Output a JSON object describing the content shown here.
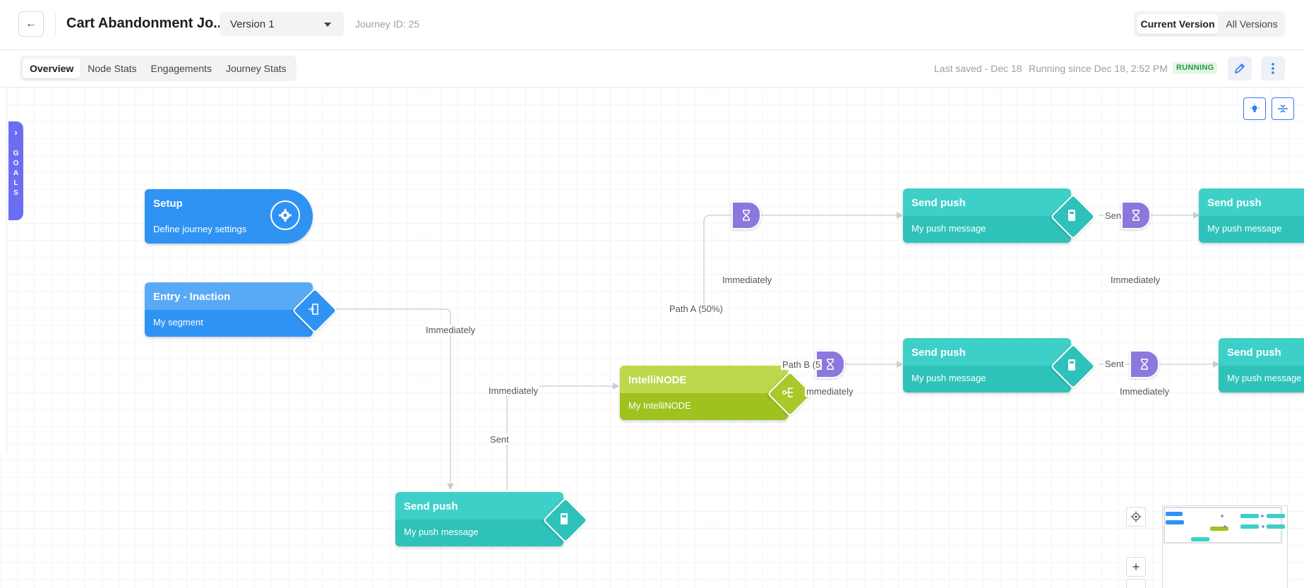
{
  "header": {
    "back_label": "←",
    "title": "Cart Abandonment Jo...",
    "version": "Version 1",
    "journey_id": "Journey ID: 25",
    "current_version": "Current Version",
    "all_versions": "All Versions"
  },
  "tabs": [
    {
      "label": "Overview"
    },
    {
      "label": "Node Stats"
    },
    {
      "label": "Engagements"
    },
    {
      "label": "Journey Stats"
    }
  ],
  "status": {
    "last_saved": "Last saved - Dec 18",
    "running_since": "Running since Dec 18, 2:52 PM",
    "badge": "RUNNING"
  },
  "canvas": {
    "goals_label": "GOALS",
    "setup": {
      "title": "Setup",
      "subtitle": "Define journey settings"
    },
    "entry": {
      "title": "Entry - Inaction",
      "subtitle": "My segment"
    },
    "intellinode": {
      "title": "IntelliNODE",
      "subtitle": "My IntelliNODE"
    },
    "push_nodes": [
      {
        "title": "Send push",
        "subtitle": "My push message"
      },
      {
        "title": "Send push",
        "subtitle": "My push message"
      },
      {
        "title": "Send push",
        "subtitle": "My push message"
      },
      {
        "title": "Send push",
        "subtitle": "My push message"
      },
      {
        "title": "Send push",
        "subtitle": "My push message"
      }
    ],
    "edge_labels": {
      "immediately": "Immediately",
      "sent": "Sent",
      "sent_truncated": "Sen",
      "path_a": "Path A (50%)",
      "path_b": "Path B (5",
      "immediately_truncated": "mmediately"
    },
    "zoom_in": "+",
    "zoom_out": "−"
  },
  "colors": {
    "push": "#3ed0c8",
    "entry": "#2f93f4",
    "intellinode": "#9fc21f",
    "wait": "#8c78dc",
    "goals": "#6b6ef0",
    "running": "#1f9d3a"
  }
}
